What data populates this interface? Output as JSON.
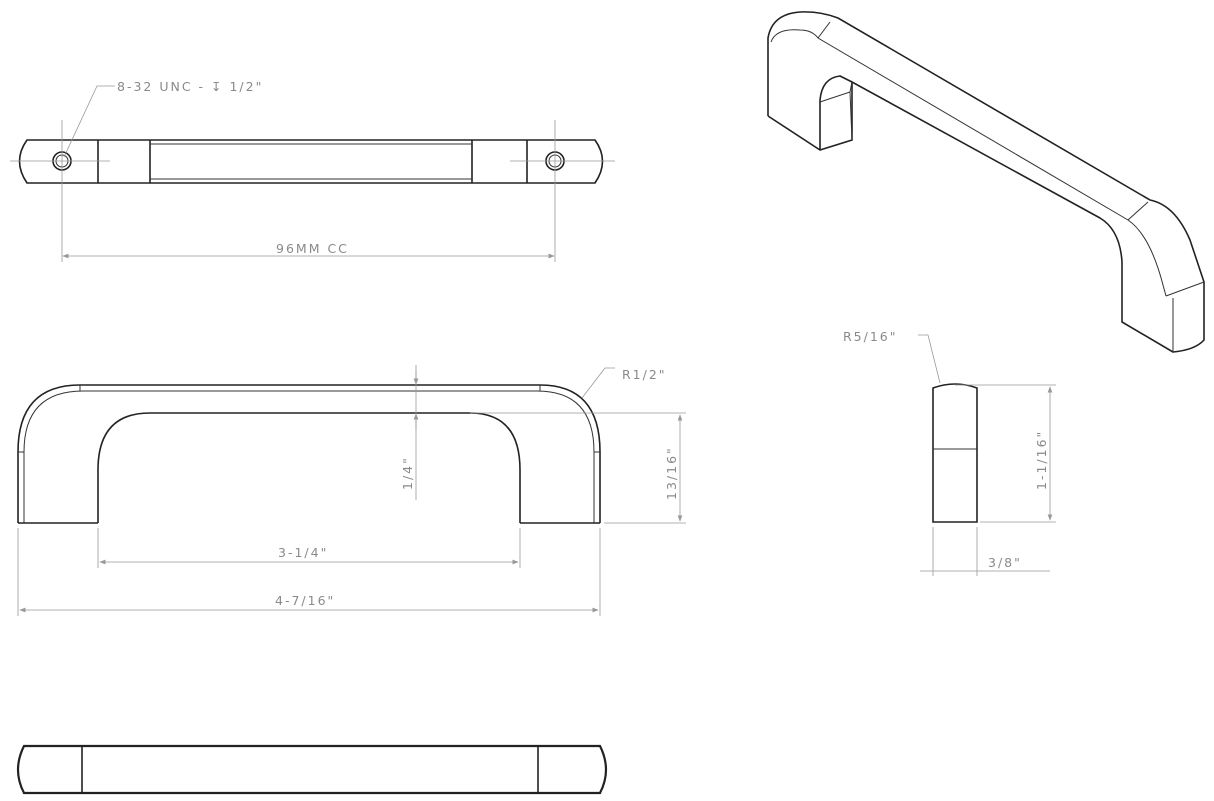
{
  "drawing": {
    "subject": "Cabinet pull handle technical drawing",
    "views": [
      "top-view",
      "front-view",
      "isometric-view",
      "side-section-view",
      "bottom-view"
    ]
  },
  "top_view": {
    "thread_callout": "8-32 UNC - ↧ 1/2\"",
    "center_to_center": "96MM CC"
  },
  "front_view": {
    "radius_callout": "R1/2\"",
    "thickness": "1/4\"",
    "height": "13/16\"",
    "inner_span": "3-1/4\"",
    "overall_length": "4-7/16\""
  },
  "side_view": {
    "radius_callout": "R5/16\"",
    "height": "1-1/16\"",
    "width": "3/8\""
  },
  "colors": {
    "line": "#222222",
    "dimension": "#999999",
    "label": "#8a8a8a",
    "background": "#ffffff"
  }
}
